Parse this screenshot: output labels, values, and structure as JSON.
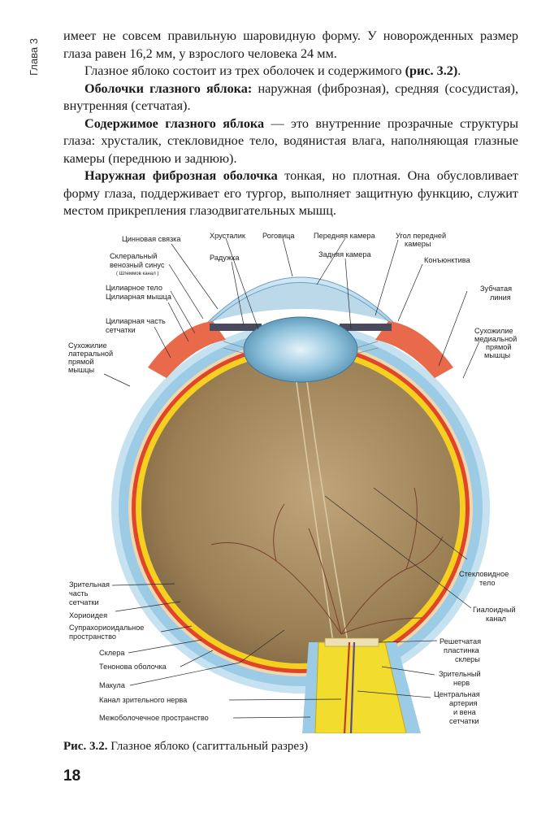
{
  "chapter_label": "Глава 3",
  "paragraphs": {
    "p1": "имеет не совсем правильную шаровидную форму. У новорожденных размер глаза равен 16,2 мм, у взрослого человека 24 мм.",
    "p2_text": "Глазное яблоко состоит из трех оболочек и содержимого ",
    "p2_ref": "(рис. 3.2)",
    "p2_end": ".",
    "p3_bold": "Оболочки глазного яблока:",
    "p3_text": " наружная (фиброзная), средняя (сосудистая), внутренняя (сетчатая).",
    "p4_bold": "Содержимое глазного яблока",
    "p4_text": " — это внутренние прозрачные структуры глаза: хрусталик, стекловидное тело, водянистая влага, наполняющая глазные камеры (переднюю и заднюю).",
    "p5_bold": "Наружная фиброзная оболочка",
    "p5_text": " тонкая, но плотная. Она обусловливает форму глаза, поддерживает его тургор, выполняет защитную функцию, служит местом прикрепления глазодвигательных мышц."
  },
  "figure": {
    "labels": {
      "zinn": "Цинновая связка",
      "lens": "Хрусталик",
      "cornea": "Роговица",
      "anterior_chamber": "Передняя камера",
      "angle_1": "Угол передней",
      "angle_2": "камеры",
      "scleral_1": "Склеральный",
      "scleral_2": "венозный синус",
      "schlemm": "( Шлеммов канал )",
      "iris": "Радужка",
      "posterior_chamber": "Задняя камера",
      "conjunctiva": "Конъюнктива",
      "ciliary_body": "Цилиарное тело",
      "ciliary_muscle": "Цилиарная мышца",
      "dentate_1": "Зубчатая",
      "dentate_2": "линия",
      "ciliary_retina_1": "Цилиарная часть",
      "ciliary_retina_2": "сетчатки",
      "medial_1": "Сухожилие",
      "medial_2": "медиальной",
      "medial_3": "прямой",
      "medial_4": "мышцы",
      "lateral_1": "Сухожилие",
      "lateral_2": "латеральной",
      "lateral_3": "прямой",
      "lateral_4": "мышцы",
      "vitreous_1": "Стекловидное",
      "vitreous_2": "тело",
      "optic_retina_1": "Зрительная",
      "optic_retina_2": "часть",
      "optic_retina_3": "сетчатки",
      "choroid": "Хориоидея",
      "supra_1": "Супрахориоидальное",
      "supra_2": "пространство",
      "hyaloid_1": "Гиалоидный",
      "hyaloid_2": "канал",
      "sclera": "Склера",
      "cribrosa_1": "Решетчатая",
      "cribrosa_2": "пластинка",
      "cribrosa_3": "склеры",
      "tenon": "Тенонова оболочка",
      "optic_nerve_1": "Зрительный",
      "optic_nerve_2": "нерв",
      "macula": "Макула",
      "central_1": "Центральная",
      "central_2": "артерия",
      "central_3": "и вена",
      "central_4": "сетчатки",
      "nerve_canal": "Канал зрительного нерва",
      "intervaginal": "Межоболочечное пространство"
    }
  },
  "caption": {
    "ref": "Рис. 3.2.",
    "text": " Глазное яблоко (сагиттальный разрез)"
  },
  "page_number": "18",
  "colors": {
    "sclera": "#9ccbe5",
    "choroid": "#e0452a",
    "retina": "#f5d020",
    "vitreous": "#a89066",
    "lens": "#8fc2dc",
    "optic_nerve": "#f2dc2e"
  }
}
